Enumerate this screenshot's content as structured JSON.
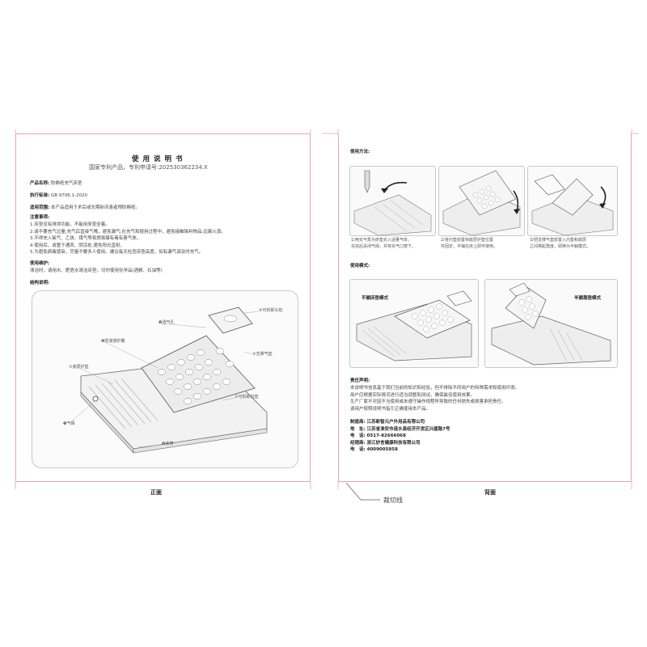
{
  "front": {
    "title": "使用说明书",
    "subtitle": "国家专利产品，专利申请号:202530362234.X",
    "product_name_label": "产品名称:",
    "product_name": "防褥疮充气床垫",
    "standard_label": "执行标准:",
    "standard": "GB 9706.1-2020",
    "scope_label": "适用范围:",
    "scope": "本产品适用于术后或长期卧床患者预防褥疮。",
    "notes_title": "注意事项:",
    "notes": [
      "1.床垫没有排泄功能，不能用来垫坐着。",
      "2.请不要充气过量;充气后直接气嘴，避免漏气;在充气和使用过程中，避免接触锋利物品;远离火源。",
      "3.不得充入氧气、乙炔、煤气等易燃易爆有毒有害气体。",
      "4.使用后，请置于通风、阴凉处,避免阳光直射。",
      "5.为避免病毒感染，尽量不要多人使用。建议每天检查床垫高度，如有漏气请及时充气。"
    ],
    "maintenance_title": "使用维护:",
    "maintenance": "清洁时，请用水、肥皂水清洁床垫，切勿使用化学品(酒精、石油等)",
    "structure_title": "结构说明:",
    "callouts": [
      {
        "num": "④",
        "text": "可拆卸头枕"
      },
      {
        "num": "❸",
        "text": "透气孔"
      },
      {
        "num": "❺",
        "text": "防滚落护翼"
      },
      {
        "num": "③",
        "text": "支撑气垫"
      },
      {
        "num": "①",
        "text": "底层护垫"
      },
      {
        "num": "②",
        "text": "可拆卸内垫"
      },
      {
        "num": "❼",
        "text": "气阀"
      },
      {
        "num": "❻",
        "text": "束带"
      }
    ],
    "label": "正面"
  },
  "back": {
    "usage_title": "使用方法:",
    "steps": [
      [
        "1/用充气泵为床垫充入适量气体，",
        "充完后关闭气阀，并将充气口按下。"
      ],
      [
        "2/将内垫放置到底层护垫位置",
        "并固定，平铺在床上即可使用。"
      ],
      [
        "3/把支撑气垫放置入内垫和底层",
        "之间撑起角度，即换为半躺模式。"
      ]
    ],
    "modes_title": "使用模式:",
    "mode_flat": "平躺床垫模式",
    "mode_half": "半躺靠垫模式",
    "disclaimer_title": "责任声明:",
    "disclaimer": [
      "本说明书信息基于我们当前的知识和经验，但不排除不同用户的特殊需求和使用环境。",
      "用户应根据实际情况进行适当调整和测试，确保最佳使用效果。",
      "生产厂家不对因不当使用或未遵守操作规程所导致的任何损失或损害承担责任。",
      "请用户按照说明书指引正确使用本产品。"
    ],
    "manufacturer_label": "制造商:",
    "manufacturer": "江苏新智元户外用品有限公司",
    "address_label": "地　址:",
    "address": "江苏省淮安市涟水县经济开发区兴盛路7号",
    "phone1_label": "电　话:",
    "phone1": "0517-82666068",
    "distributor_label": "经销商:",
    "distributor": "浙江妙言健康科技有限公司",
    "phone2_label": "电　话:",
    "phone2": "4009005958",
    "label": "背面"
  },
  "cut_line_label": "裁切线",
  "colors": {
    "trim_line": "#e8a0ba",
    "cut_mark": "#e07090"
  }
}
